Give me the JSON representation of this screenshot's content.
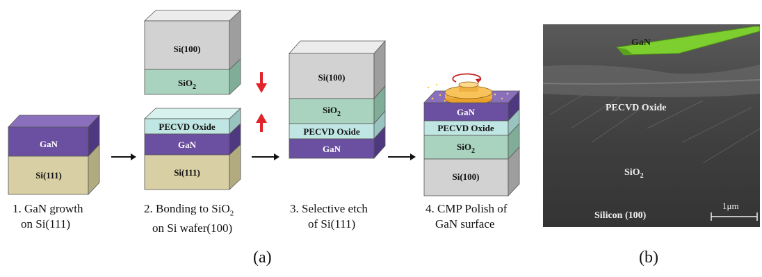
{
  "panel_a": {
    "label": "(a)",
    "steps": [
      {
        "caption_line1": "1. GaN growth",
        "caption_line2": "on Si(111)",
        "layers": [
          "GaN",
          "Si(111)"
        ]
      },
      {
        "caption_line1": "2. Bonding to SiO",
        "caption_sub": "2",
        "caption_line2": "on Si wafer(100)",
        "top_layers": [
          "Si(100)",
          "SiO2"
        ],
        "bottom_layers": [
          "PECVD Oxide",
          "GaN",
          "Si(111)"
        ]
      },
      {
        "caption_line1": "3. Selective etch",
        "caption_line2": "of Si(111)",
        "layers": [
          "Si(100)",
          "SiO2",
          "PECVD Oxide",
          "GaN"
        ]
      },
      {
        "caption_line1": "4. CMP Polish of",
        "caption_line2": "GaN surface",
        "layers": [
          "GaN",
          "PECVD Oxide",
          "SiO2",
          "Si(100)"
        ]
      }
    ]
  },
  "panel_b": {
    "label": "(b)",
    "labels": {
      "gan": "GaN",
      "pecvd": "PECVD Oxide",
      "sio2": "SiO",
      "sio2_sub": "2",
      "silicon": "Silicon (100)",
      "scale": "1μm"
    }
  },
  "colors": {
    "gan": "#6b4fa0",
    "pecvd": "#bfe6e2",
    "sio2": "#a9d3bf",
    "si111": "#d8d0a4",
    "si100": "#d2d2d2",
    "arrow_red": "#e0242a",
    "gan_sem": "#7ccf2e"
  }
}
